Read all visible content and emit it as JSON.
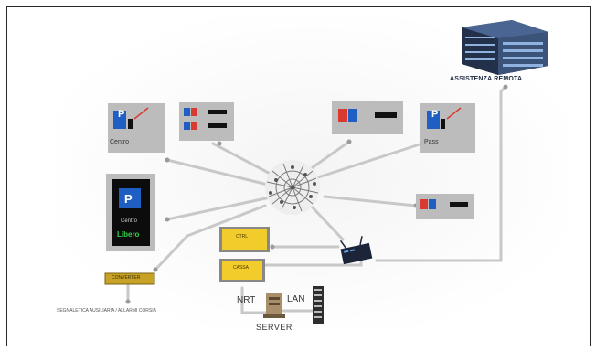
{
  "labels": {
    "remote": "ASSISTENZA REMOTA",
    "entry": "Centro",
    "exit": "Pass",
    "status_center": "Centro",
    "status_free": "Libero",
    "yellow_top": "CTRL",
    "yellow_bottom": "CASSA",
    "bus_box": "CONVERTER",
    "bus_caption": "SEGNALETICA AUSILIARIA / ALLARMI CORSIA",
    "nrt": "NRT",
    "lan": "LAN",
    "server": "SERVER",
    "parking_letter": "P"
  },
  "colors": {
    "link": "#c8c8c8",
    "device_bg": "#bcbcbc",
    "building": "#2a3a58",
    "panel_blue": "#1f5fc4",
    "panel_red": "#d83a30",
    "yellow": "#f2cc2a",
    "status_green": "#34d04a"
  }
}
